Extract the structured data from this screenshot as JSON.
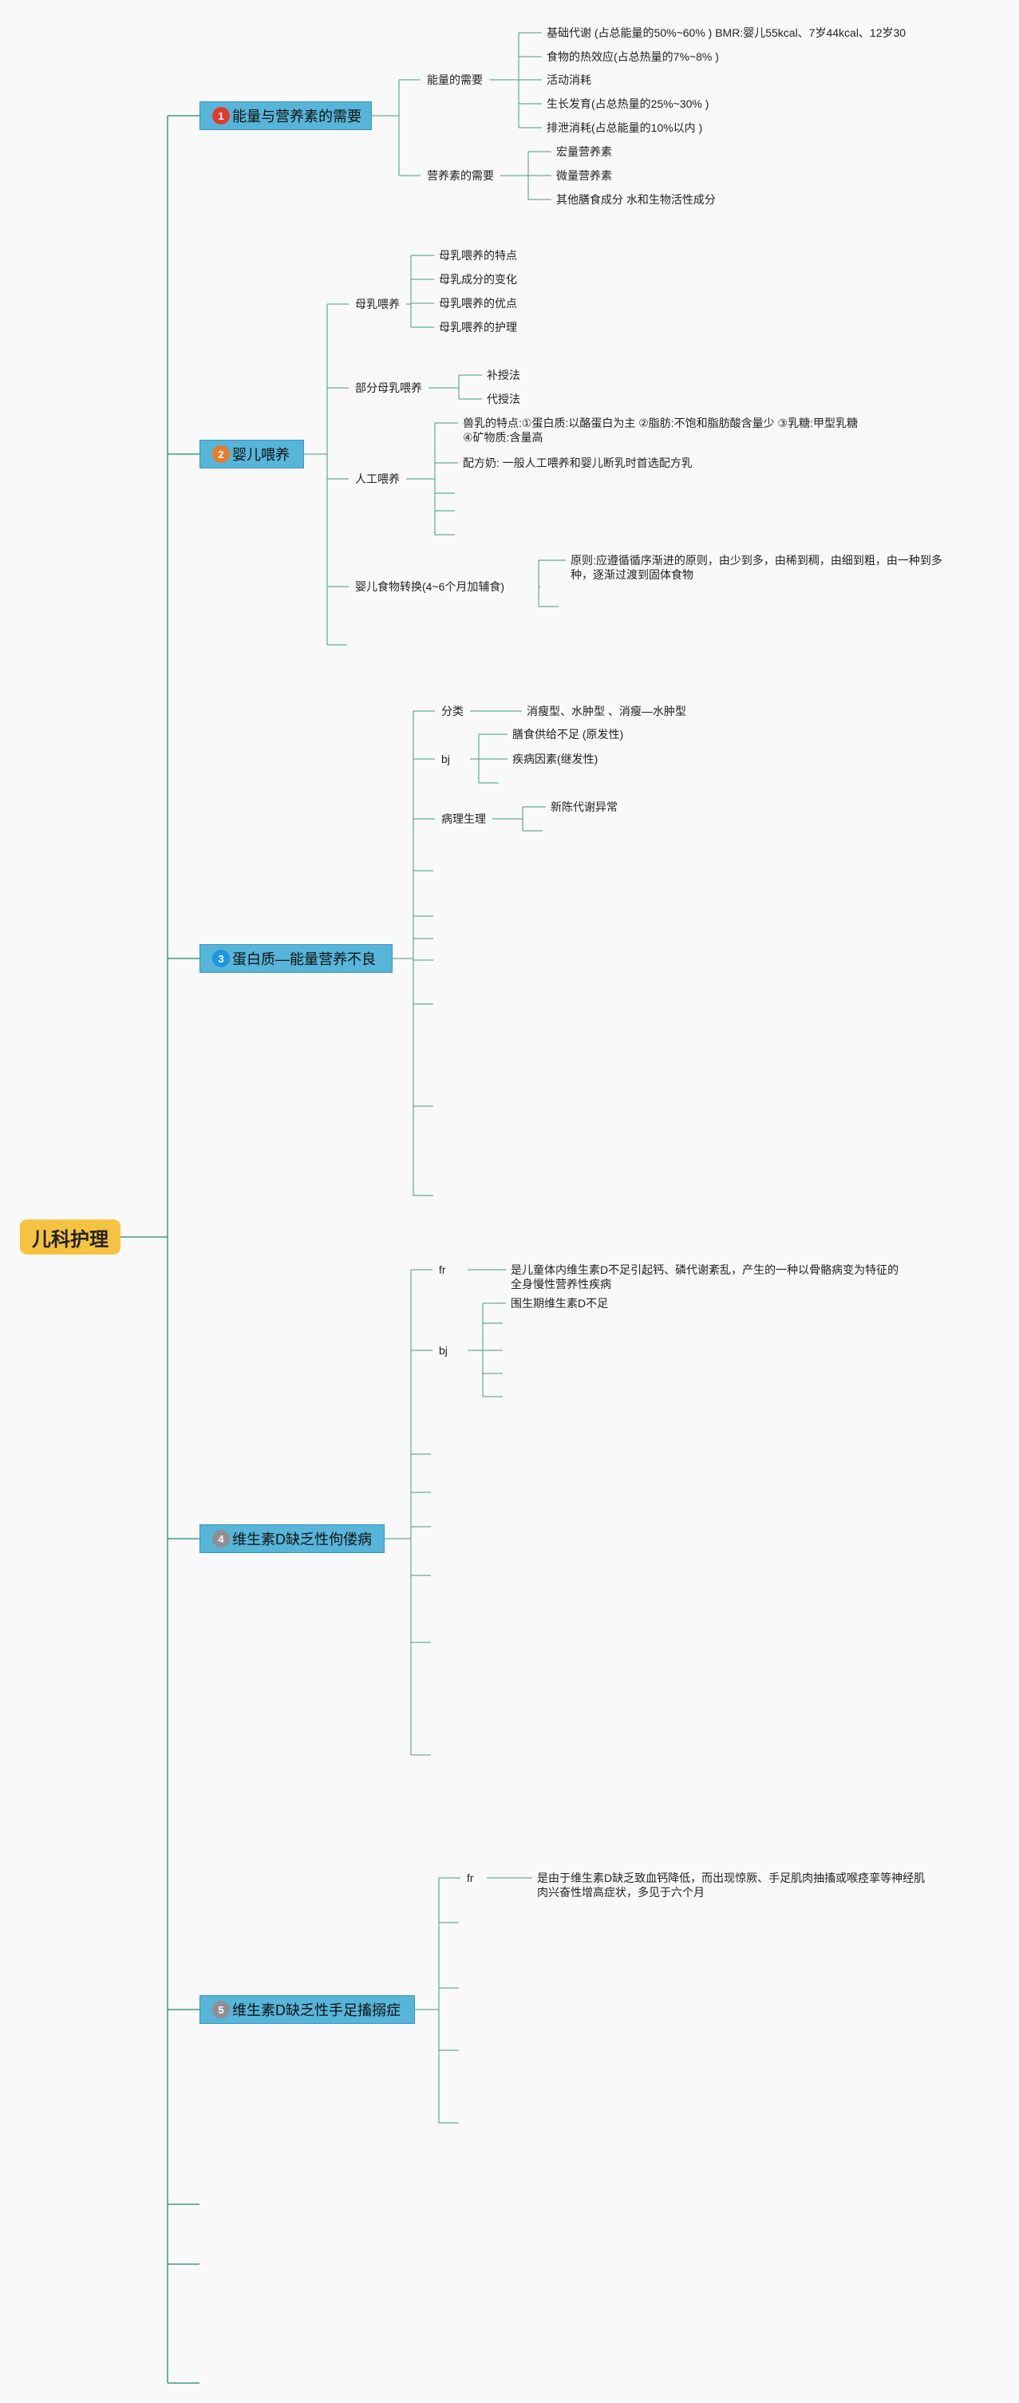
{
  "root": {
    "label": "儿科护理"
  },
  "branches": [
    {
      "number": "1",
      "badge_color": "#e23b2e",
      "label": "能量与营养素的需要",
      "children": [
        {
          "label": "能量的需要",
          "children": [
            "基础代谢 (占总能量的50%~60% ) BMR:婴儿55kcal、7岁44kcal、12岁30",
            "食物的热效应(占总热量的7%~8% )",
            "活动消耗",
            "生长发育(占总热量的25%~30% )",
            "排泄消耗(占总能量的10%以内 )"
          ]
        },
        {
          "label": "营养素的需要",
          "children": [
            "宏量营养素",
            "微量营养素",
            "其他膳食成分 水和生物活性成分"
          ]
        }
      ]
    },
    {
      "number": "2",
      "badge_color": "#e87b2c",
      "label": "婴儿喂养",
      "children": [
        {
          "label": "母乳喂养",
          "children": [
            "母乳喂养的特点",
            "母乳成分的变化",
            "母乳喂养的优点",
            "母乳喂养的护理"
          ]
        },
        {
          "label": "部分母乳喂养",
          "children": [
            "补授法",
            "代授法"
          ]
        },
        {
          "label": "人工喂养",
          "children": [
            "兽乳的特点:①蛋白质:以酪蛋白为主 ②脂肪:不饱和脂肪酸含量少 ③乳糖:甲型乳糖 ④矿物质:含量高",
            "配方奶: 一般人工喂养和婴儿断乳时首选配方乳",
            "",
            "",
            ""
          ]
        },
        {
          "label": "婴儿食物转换(4~6个月加辅食)",
          "children": [
            "原则:应遵循循序渐进的原则，由少到多，由稀到稠，由细到粗，由一种到多种，逐渐过渡到固体食物",
            ""
          ]
        },
        {
          "label": "",
          "children": []
        }
      ]
    },
    {
      "number": "3",
      "badge_color": "#1e96e0",
      "label": "蛋白质—能量营养不良",
      "children": [
        {
          "label": "分类",
          "children": [
            "消瘦型、水肿型 、消瘦—水肿型"
          ]
        },
        {
          "label": "bj",
          "children": [
            "膳食供给不足 (原发性)",
            "疾病因素(继发性)",
            ""
          ]
        },
        {
          "label": "病理生理",
          "children": [
            "新陈代谢异常",
            ""
          ]
        },
        {
          "label": "",
          "children": []
        },
        {
          "label": "",
          "children": []
        },
        {
          "label": "",
          "children": []
        },
        {
          "label": "",
          "children": []
        },
        {
          "label": "",
          "children": []
        },
        {
          "label": "",
          "children": []
        },
        {
          "label": "",
          "children": []
        }
      ]
    },
    {
      "number": "4",
      "badge_color": "#8f8f8f",
      "label": "维生素D缺乏性佝偻病",
      "children": [
        {
          "label": "fr",
          "children": [
            "是儿童体内维生素D不足引起钙、磷代谢紊乱，产生的一种以骨骼病变为特征的全身慢性营养性疾病"
          ]
        },
        {
          "label": "bj",
          "children": [
            "围生期维生素D不足",
            "",
            "",
            "",
            ""
          ]
        },
        {
          "label": "",
          "children": []
        },
        {
          "label": "",
          "children": []
        },
        {
          "label": "",
          "children": []
        },
        {
          "label": "",
          "children": []
        },
        {
          "label": "",
          "children": []
        },
        {
          "label": "",
          "children": []
        }
      ]
    },
    {
      "number": "5",
      "badge_color": "#8f8f8f",
      "label": "维生素D缺乏性手足搐搦症",
      "children": [
        {
          "label": "fr",
          "children": [
            "是由于维生素D缺乏致血钙降低，而出现惊厥、手足肌肉抽搐或喉痉挛等神经肌肉兴奋性增高症状，多见于六个月"
          ]
        },
        {
          "label": "",
          "children": []
        },
        {
          "label": "",
          "children": []
        },
        {
          "label": "",
          "children": []
        },
        {
          "label": "",
          "children": []
        },
        {
          "label": "",
          "children": []
        }
      ]
    }
  ],
  "extra_branches": 3,
  "colors": {
    "line": "#3f9a86",
    "root_bg": "#f5c242",
    "branch_bg": "#56b5d8"
  }
}
